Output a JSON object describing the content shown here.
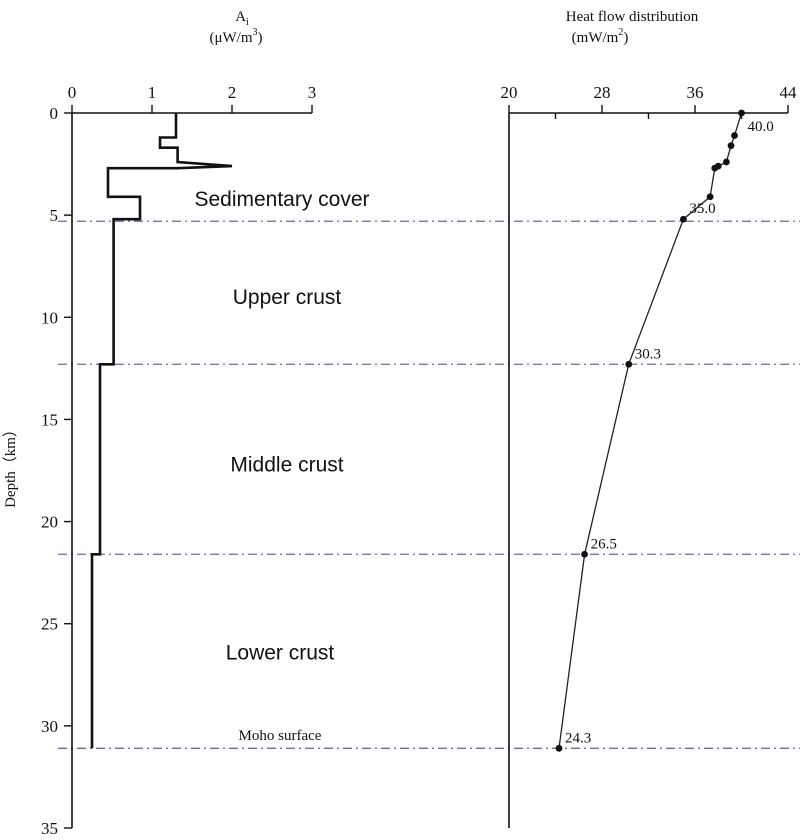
{
  "chart_data": [
    {
      "type": "line",
      "subtype": "step",
      "title": "A",
      "title_subscript": "i",
      "xlabel": "(μW/m",
      "xlabel_superscript": "3",
      "xlabel_suffix": ")",
      "ylabel": "Depth（km）",
      "xlim": [
        0,
        3
      ],
      "ylim": [
        0,
        35
      ],
      "y_inverted": true,
      "x_axis_position": "top",
      "x_ticks": [
        0,
        1,
        2,
        3
      ],
      "y_ticks": [
        0,
        5,
        10,
        15,
        20,
        25,
        30,
        35
      ],
      "series": [
        {
          "points": [
            [
              1.3,
              0
            ],
            [
              1.3,
              1.2
            ],
            [
              1.1,
              1.2
            ],
            [
              1.1,
              1.7
            ],
            [
              1.32,
              1.7
            ],
            [
              1.32,
              2.4
            ],
            [
              2.0,
              2.6
            ],
            [
              1.32,
              2.7
            ],
            [
              0.45,
              2.7
            ],
            [
              0.45,
              4.1
            ],
            [
              0.85,
              4.1
            ],
            [
              0.85,
              5.2
            ],
            [
              0.52,
              5.2
            ],
            [
              0.52,
              12.3
            ],
            [
              0.35,
              12.3
            ],
            [
              0.35,
              21.6
            ],
            [
              0.25,
              21.6
            ],
            [
              0.25,
              31.1
            ]
          ]
        }
      ],
      "grid": false
    },
    {
      "type": "line",
      "title": "Heat flow distribution",
      "xlabel": "(mW/m",
      "xlabel_superscript": "2",
      "xlabel_suffix": ")",
      "xlim": [
        20,
        44
      ],
      "ylim": [
        0,
        35
      ],
      "y_inverted": true,
      "x_axis_position": "top",
      "x_ticks": [
        20,
        28,
        36,
        44
      ],
      "x_minor_ticks": [
        24,
        32,
        40
      ],
      "series": [
        {
          "x": [
            40.0,
            39.4,
            39.1,
            38.7,
            38.0,
            37.7,
            37.3,
            35.0,
            30.3,
            26.5,
            24.3
          ],
          "y": [
            0,
            1.1,
            1.6,
            2.4,
            2.6,
            2.7,
            4.1,
            5.2,
            12.3,
            21.6,
            31.1
          ]
        }
      ],
      "data_labels": [
        {
          "text": "40.0",
          "x": 40.0,
          "y": 0
        },
        {
          "text": "35.0",
          "x": 35.0,
          "y": 5.2
        },
        {
          "text": "30.3",
          "x": 30.3,
          "y": 12.3
        },
        {
          "text": "26.5",
          "x": 26.5,
          "y": 21.6
        },
        {
          "text": "24.3",
          "x": 24.3,
          "y": 31.1
        }
      ],
      "grid": false
    }
  ],
  "layers": [
    {
      "label": "Sedimentary cover",
      "depth": 4.2
    },
    {
      "label": "Upper crust",
      "depth": 9.0
    },
    {
      "label": "Middle crust",
      "depth": 17.2
    },
    {
      "label": "Lower crust",
      "depth": 26.4
    }
  ],
  "boundaries": [
    5.3,
    12.3,
    21.6,
    31.1
  ],
  "moho_label": "Moho surface"
}
